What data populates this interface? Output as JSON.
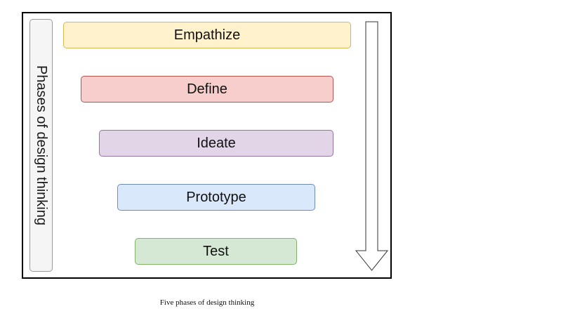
{
  "side_label": "Phases of design thinking",
  "phases": [
    {
      "label": "Empathize",
      "fill": "#fff2cc",
      "stroke": "#d6b656"
    },
    {
      "label": "Define",
      "fill": "#f8cecc",
      "stroke": "#b85450"
    },
    {
      "label": "Ideate",
      "fill": "#e1d5e7",
      "stroke": "#9673a6"
    },
    {
      "label": "Prototype",
      "fill": "#dae8fc",
      "stroke": "#6c8ebf"
    },
    {
      "label": "Test",
      "fill": "#d5e8d4",
      "stroke": "#82b366"
    }
  ],
  "caption": "Five phases of design thinking"
}
